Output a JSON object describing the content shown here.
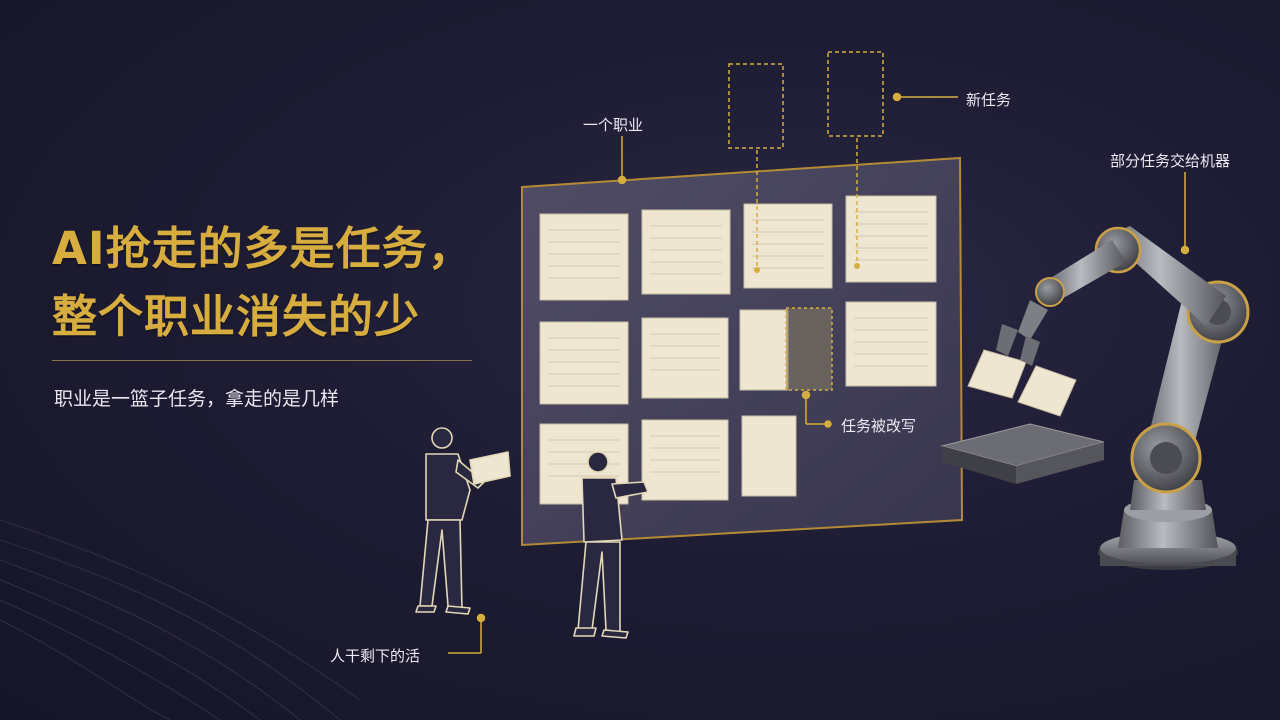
{
  "headline": {
    "line1": "AI抢走的多是任务，",
    "line2": "整个职业消失的少"
  },
  "subtitle": "职业是一篮子任务，拿走的是几样",
  "callouts": {
    "occupation": "一个职业",
    "new_tasks": "新任务",
    "handed_to_machine": "部分任务交给机器",
    "rewritten": "任务被改写",
    "human_remaining": "人干剩下的活"
  },
  "colors": {
    "background": "#1e1c33",
    "accent_gold": "#d8ad3f",
    "card": "#efe6d2",
    "text": "#ece9f2"
  }
}
